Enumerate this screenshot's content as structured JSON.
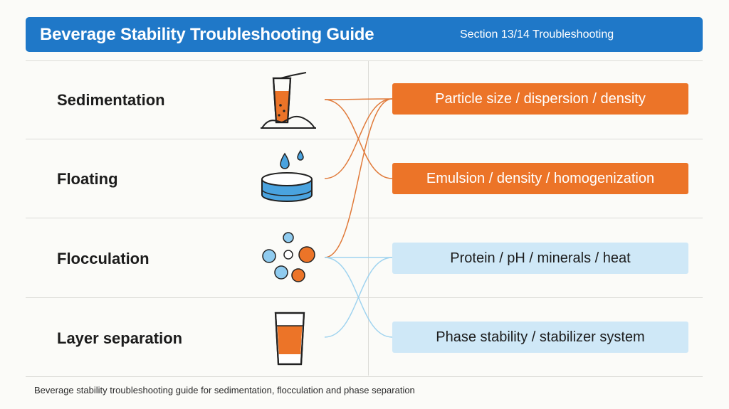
{
  "header": {
    "title": "Beverage Stability Troubleshooting Guide",
    "section": "Section 13/14 Troubleshooting"
  },
  "rows": [
    {
      "label": "Sedimentation",
      "icon": "glass-with-sediment-icon"
    },
    {
      "label": "Floating",
      "icon": "dish-with-droplets-icon"
    },
    {
      "label": "Flocculation",
      "icon": "particle-clusters-icon"
    },
    {
      "label": "Layer separation",
      "icon": "layered-glass-icon"
    }
  ],
  "causes": [
    {
      "label": "Particle size / dispersion / density",
      "style": "orange"
    },
    {
      "label": "Emulsion / density / homogenization",
      "style": "orange"
    },
    {
      "label": "Protein / pH / minerals / heat",
      "style": "blue"
    },
    {
      "label": "Phase stability / stabilizer system",
      "style": "blue"
    }
  ],
  "links": [
    {
      "from": "Sedimentation",
      "to": "Particle size / dispersion / density",
      "color": "#e07a3a"
    },
    {
      "from": "Sedimentation",
      "to": "Emulsion / density / homogenization",
      "color": "#e07a3a"
    },
    {
      "from": "Floating",
      "to": "Particle size / dispersion / density",
      "color": "#e07a3a"
    },
    {
      "from": "Flocculation",
      "to": "Particle size / dispersion / density",
      "color": "#e07a3a"
    },
    {
      "from": "Flocculation",
      "to": "Protein / pH / minerals / heat",
      "color": "#9fd3ef"
    },
    {
      "from": "Flocculation",
      "to": "Phase stability / stabilizer system",
      "color": "#9fd3ef"
    },
    {
      "from": "Layer separation",
      "to": "Protein / pH / minerals / heat",
      "color": "#9fd3ef"
    }
  ],
  "colors": {
    "header": "#1f78c8",
    "orange": "#ec7428",
    "light_blue": "#cfe8f7",
    "line_orange": "#e07a3a",
    "line_blue": "#9fd3ef"
  },
  "caption": "Beverage stability troubleshooting guide for sedimentation, flocculation and phase separation"
}
